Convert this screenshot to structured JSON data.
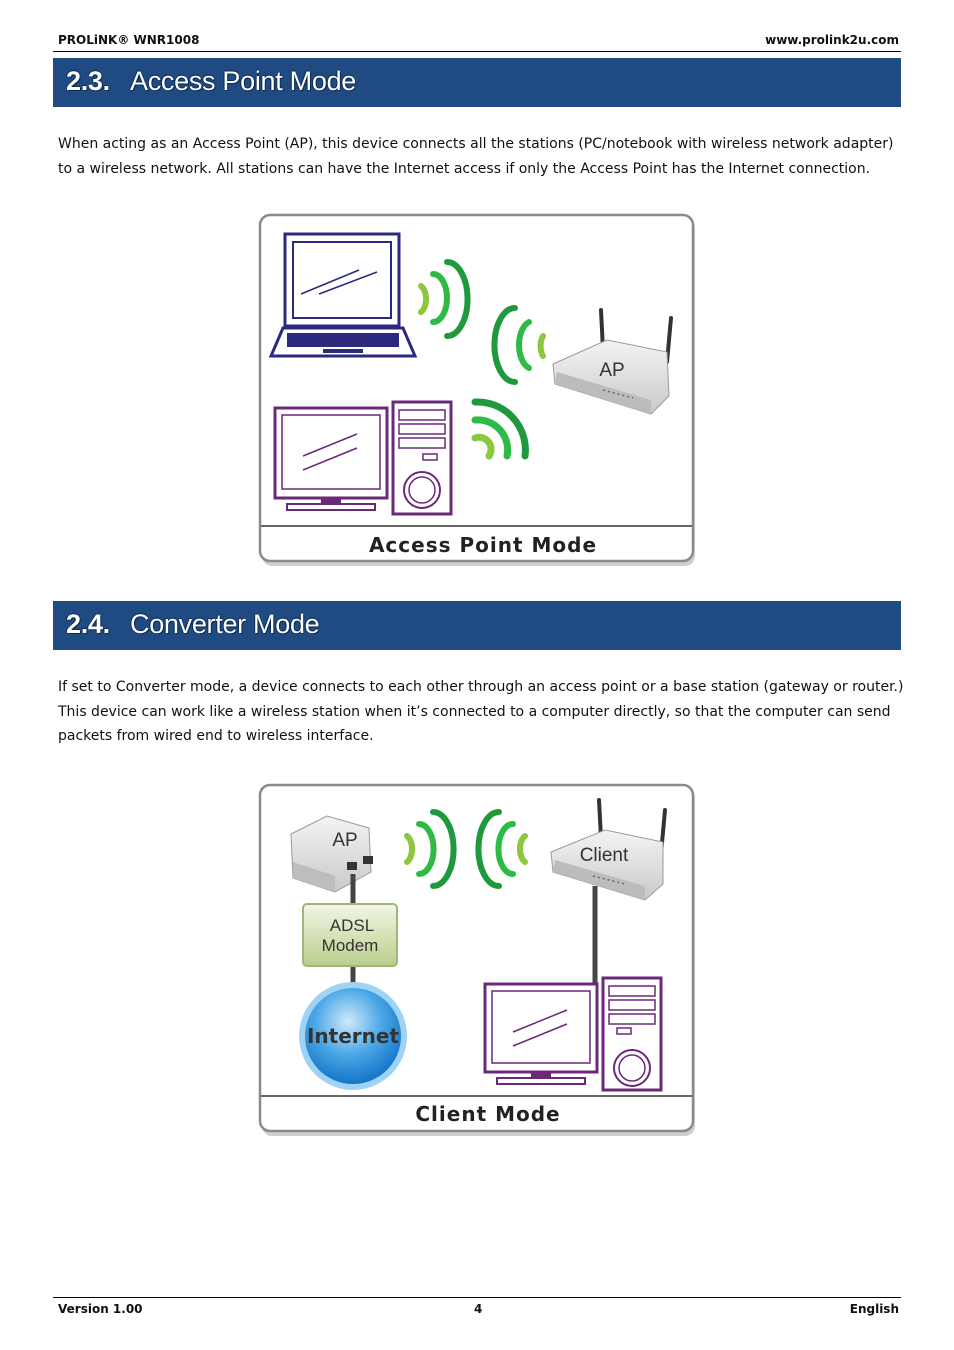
{
  "header": {
    "product": "PROLiNK® WNR1008",
    "website": "www.prolink2u.com"
  },
  "sections": [
    {
      "number": "2.3.",
      "title": "Access Point Mode",
      "paragraph": "When acting as an Access Point (AP), this device connects all the stations (PC/notebook with wireless network adapter) to a wireless network. All stations can have the Internet access if only the Access Point has the Internet connection.",
      "figure": {
        "caption": "Access Point Mode",
        "device_label": "AP"
      }
    },
    {
      "number": "2.4.",
      "title": "Converter Mode",
      "paragraph": "If set to Converter mode, a device connects to each other through an access point or a base station (gateway or router.) This device can work like a wireless station when it’s connected to a computer directly, so that the computer can send packets from wired end to wireless interface.",
      "figure": {
        "caption": "Client Mode",
        "ap_label": "AP",
        "client_label": "Client",
        "modem_line1": "ADSL",
        "modem_line2": "Modem",
        "internet_label": "Internet"
      }
    }
  ],
  "footer": {
    "version": "Version 1.00",
    "page": "4",
    "language": "English"
  },
  "colors": {
    "band": "#1f4a82",
    "laptop": "#2c2a7c",
    "desktop": "#6b2a79",
    "signal": "#1e9a3c"
  }
}
